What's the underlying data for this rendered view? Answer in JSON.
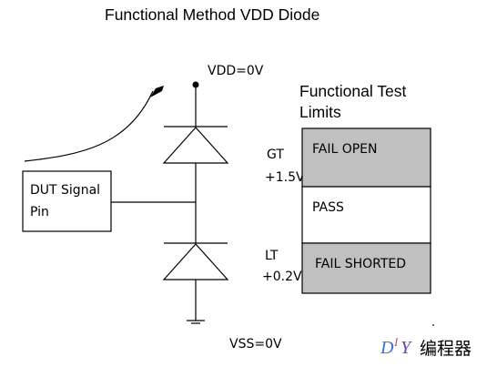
{
  "title": "Functional Method VDD Diode",
  "limits_header": {
    "line1": "Functional Test",
    "line2": "Limits"
  },
  "circuit": {
    "vdd_label": "VDD=0V",
    "vss_label": "VSS=0V",
    "dut_label_line1": "DUT Signal",
    "dut_label_line2": "Pin"
  },
  "thresholds": {
    "gt_label": "GT",
    "gt_value": "+1.5V",
    "lt_label": "LT",
    "lt_value": "+0.2V"
  },
  "limit_bands": [
    {
      "label": "FAIL OPEN",
      "color": "#c0c0c0"
    },
    {
      "label": "PASS",
      "color": "#ffffff"
    },
    {
      "label": "FAIL SHORTED",
      "color": "#c0c0c0"
    }
  ],
  "watermark": {
    "logo_letters": "DIY",
    "text": "编程器",
    "colors": {
      "d": "#3f6fd8",
      "i": "#e2463f",
      "y": "#6a3fb5"
    }
  }
}
